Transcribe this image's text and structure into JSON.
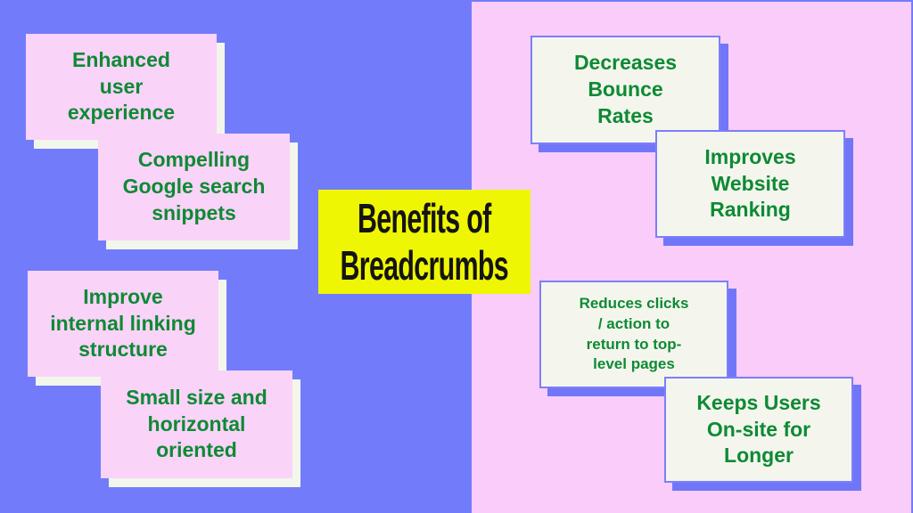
{
  "title": {
    "text": "Benefits of\nBreadcrumbs"
  },
  "cards": {
    "left": [
      {
        "text": "Enhanced\nuser\nexperience"
      },
      {
        "text": "Compelling\nGoogle search\nsnippets"
      },
      {
        "text": "Improve\ninternal linking\nstructure"
      },
      {
        "text": "Small size and\nhorizontal\noriented"
      }
    ],
    "right": [
      {
        "text": "Decreases\nBounce\nRates"
      },
      {
        "text": "Improves\nWebsite\nRanking"
      },
      {
        "text": "Reduces clicks\n/ action to\nreturn to top-\nlevel pages"
      },
      {
        "text": "Keeps Users\nOn-site for\nLonger"
      }
    ]
  },
  "palette": {
    "left_background": "#727cfa",
    "right_background": "#f9ccf9",
    "left_card_fill": "#fad3f9",
    "left_card_shadow": "#f3f6eb",
    "right_card_fill": "#f4f6ee",
    "right_card_border": "#7b80f8",
    "right_card_shadow": "#7176f8",
    "card_text_color": "#0e8a34",
    "title_background": "#eef604",
    "title_text_color": "#141414"
  }
}
